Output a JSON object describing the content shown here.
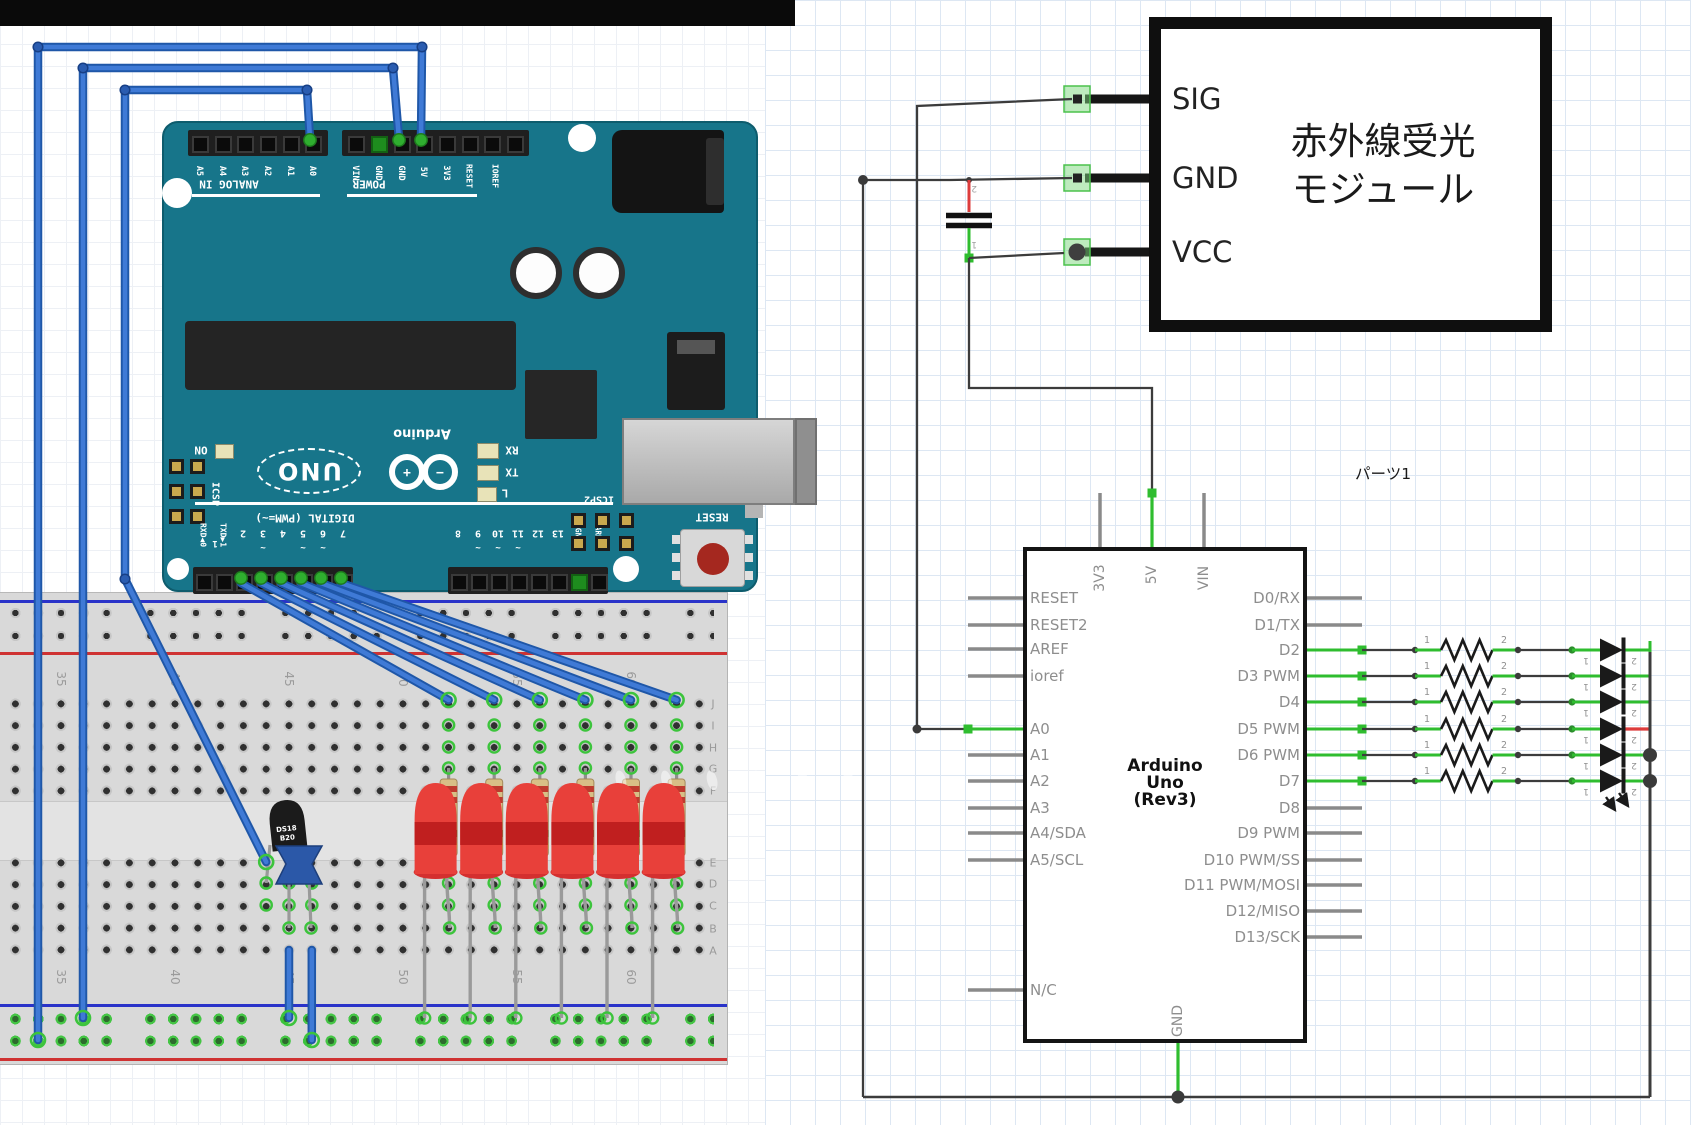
{
  "breadboard": {
    "row_letters": [
      "J",
      "I",
      "H",
      "G",
      "F",
      "E",
      "D",
      "C",
      "B",
      "A"
    ],
    "column_numbers_top": [
      "35",
      "40",
      "45",
      "50",
      "55",
      "60"
    ],
    "column_numbers_bottom": [
      "35",
      "40",
      "45",
      "50",
      "55",
      "60"
    ],
    "sensor_label_1": "DS18",
    "sensor_label_2": "B20"
  },
  "arduino_board": {
    "analog_caption": "ANALOG IN",
    "power_caption": "POWER",
    "digital_caption": "DIGITAL (PWM=~)",
    "analog_pins": [
      "A5",
      "A4",
      "A3",
      "A2",
      "A1",
      "A0"
    ],
    "power_pins": [
      "VIN",
      "GND",
      "GND",
      "5V",
      "3V3",
      "RESET",
      "IOREF"
    ],
    "digital_left_pins": [
      "RXD◀0",
      "TXD▶1",
      "2",
      "3",
      "4",
      "5",
      "6",
      "7"
    ],
    "digital_right_pins": [
      "8",
      "9",
      "10",
      "11",
      "12",
      "13",
      "GND",
      "AREF"
    ],
    "pwm_mark": "~",
    "logo": "UNO",
    "brand": "Arduino",
    "on_label": "ON",
    "rx_label": "RX",
    "tx_label": "TX",
    "l_label": "L",
    "icsp_label": "ICSP",
    "icsp_pin1": "1",
    "icsp2_label": "ICSP2",
    "reset_label": "RESET",
    "plus": "+",
    "minus": "−"
  },
  "schematic": {
    "ir_module": {
      "title_line_1": "赤外線受光",
      "title_line_2": "モジュール",
      "pin_sig": "SIG",
      "pin_gnd": "GND",
      "pin_vcc": "VCC"
    },
    "part_label": "パーツ1",
    "arduino": {
      "title_line_1": "Arduino",
      "title_line_2": "Uno",
      "title_line_3": "(Rev3)",
      "top_pins": [
        "3V3",
        "5V",
        "VIN"
      ],
      "bottom_pin": "GND",
      "left_pins": [
        "RESET",
        "RESET2",
        "AREF",
        "ioref",
        "A0",
        "A1",
        "A2",
        "A3",
        "A4/SDA",
        "A5/SCL",
        "N/C"
      ],
      "right_pins": [
        "D0/RX",
        "D1/TX",
        "D2",
        "D3 PWM",
        "D4",
        "D5 PWM",
        "D6 PWM",
        "D7",
        "D8",
        "D9 PWM",
        "D10 PWM/SS",
        "D11 PWM/MOSI",
        "D12/MISO",
        "D13/SCK"
      ]
    },
    "terminal_1": "1",
    "terminal_2": "2"
  },
  "colors": {
    "wire_blue": "#336fc4",
    "net_green": "#2fbd2f",
    "net_red": "#dd3c3c",
    "board_teal": "#17758a",
    "rail_blue": "#2a33c9",
    "rail_red": "#cf3232",
    "led_red": "#e33a34",
    "pad_green": "#7ed87e",
    "resistor_tan": "#d8bf86"
  }
}
